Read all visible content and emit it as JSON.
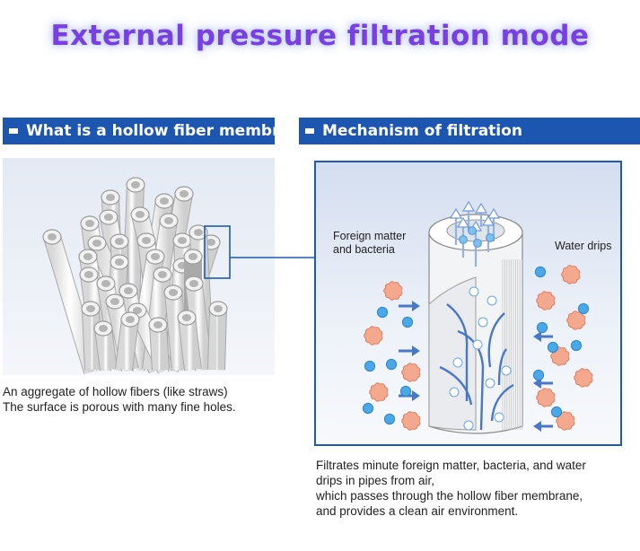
{
  "title": "External pressure filtration mode",
  "left_section": {
    "heading": "What is a hollow fiber membrane?",
    "caption_lines": [
      "An aggregate of hollow fibers (like straws)",
      "The surface is porous with many fine holes."
    ]
  },
  "right_section": {
    "heading": "Mechanism of filtration",
    "label_foreign_line1": "Foreign matter",
    "label_foreign_line2": "and bacteria",
    "label_water": "Water drips",
    "caption_lines": [
      "Filtrates minute foreign matter, bacteria, and water",
      "drips in pipes from air,",
      "which passes through the hollow fiber membrane,",
      "and provides a clean air environment."
    ]
  },
  "colors": {
    "title": "#7a3fe0",
    "header_bar": "#1d56b0",
    "frame": "#1e5aae",
    "particle_bacteria": "#f4a98f",
    "particle_water": "#4aa8e8",
    "flow_arrow": "#4a78c8"
  },
  "icons": [
    "hollow-fiber-bundle",
    "membrane-cylinder",
    "bacteria-particle",
    "water-drop",
    "inflow-arrow"
  ]
}
